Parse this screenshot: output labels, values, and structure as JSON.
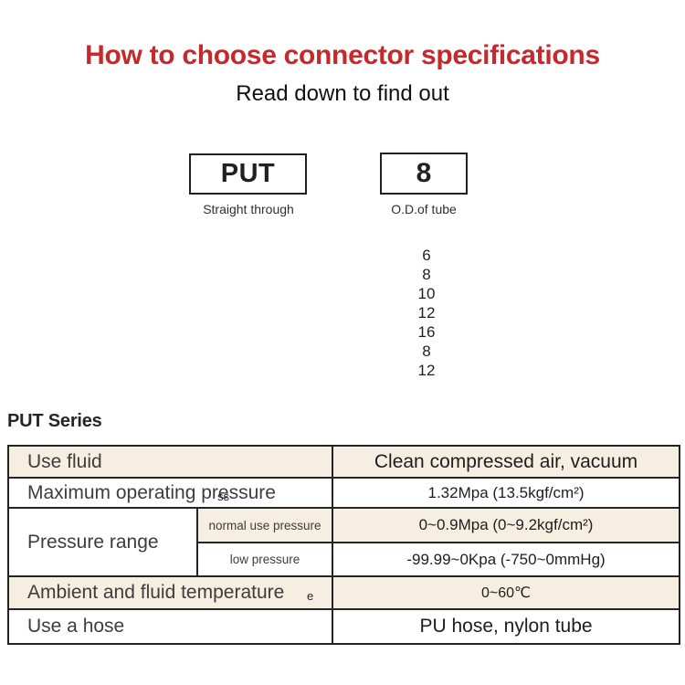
{
  "header": {
    "title": "How to choose connector specifications",
    "title_color": "#c4292c",
    "subtitle": "Read down to find out"
  },
  "selector": {
    "series_box": {
      "code": "PUT",
      "caption": "Straight through"
    },
    "size_box": {
      "code": "8",
      "caption": "O.D.of tube"
    },
    "size_options": [
      "6",
      "8",
      "10",
      "12",
      "16",
      "8",
      "12"
    ]
  },
  "section": {
    "heading": "PUT Series"
  },
  "spec_table": {
    "use_fluid": {
      "label": "Use fluid",
      "value": "Clean compressed air, vacuum"
    },
    "max_pressure": {
      "label": "Maximum operating pressure",
      "overlap_artifact": "ss",
      "value": "1.32Mpa (13.5kgf/cm²)"
    },
    "pressure_range": {
      "label": "Pressure range",
      "normal": {
        "label": "normal use pressure",
        "value": "0~0.9Mpa (0~9.2kgf/cm²)"
      },
      "low": {
        "label": "low pressure",
        "value": "-99.99~0Kpa (-750~0mmHg)"
      }
    },
    "temperature": {
      "label": "Ambient and fluid temperature",
      "overlap_artifact": "e",
      "value": "0~60℃"
    },
    "hose": {
      "label": "Use a hose",
      "value": "PU hose, nylon tube"
    }
  },
  "colors": {
    "accent_red": "#c4292c",
    "row_tint": "#f6eee1",
    "table_border": "#242424"
  }
}
